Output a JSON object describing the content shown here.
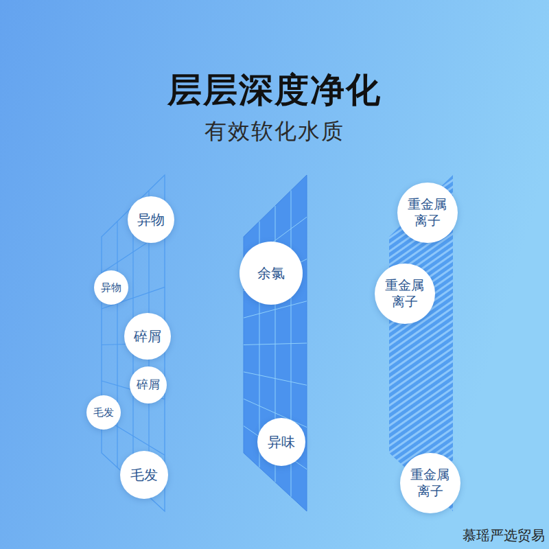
{
  "diagram": {
    "title": "层层深度净化",
    "nodes": [
      {
        "text": [
          "异物"
        ]
      },
      {
        "text": [
          "异物"
        ]
      },
      {
        "text": [
          "碎屑"
        ]
      },
      {
        "text": [
          "碎屑"
        ]
      },
      {
        "text": [
          "毛发"
        ]
      },
      {
        "text": [
          "毛发"
        ]
      },
      {
        "text": [
          "余氯"
        ]
      },
      {
        "text": [
          "异味"
        ]
      },
      {
        "text": [
          "重金属 离子"
        ]
      },
      {
        "text": [
          "重金属 离子"
        ]
      },
      {
        "text": [
          "重金属 离子"
        ]
      }
    ],
    "labels": [
      "有效软化水质",
      "慕瑶严选贸易"
    ]
  }
}
